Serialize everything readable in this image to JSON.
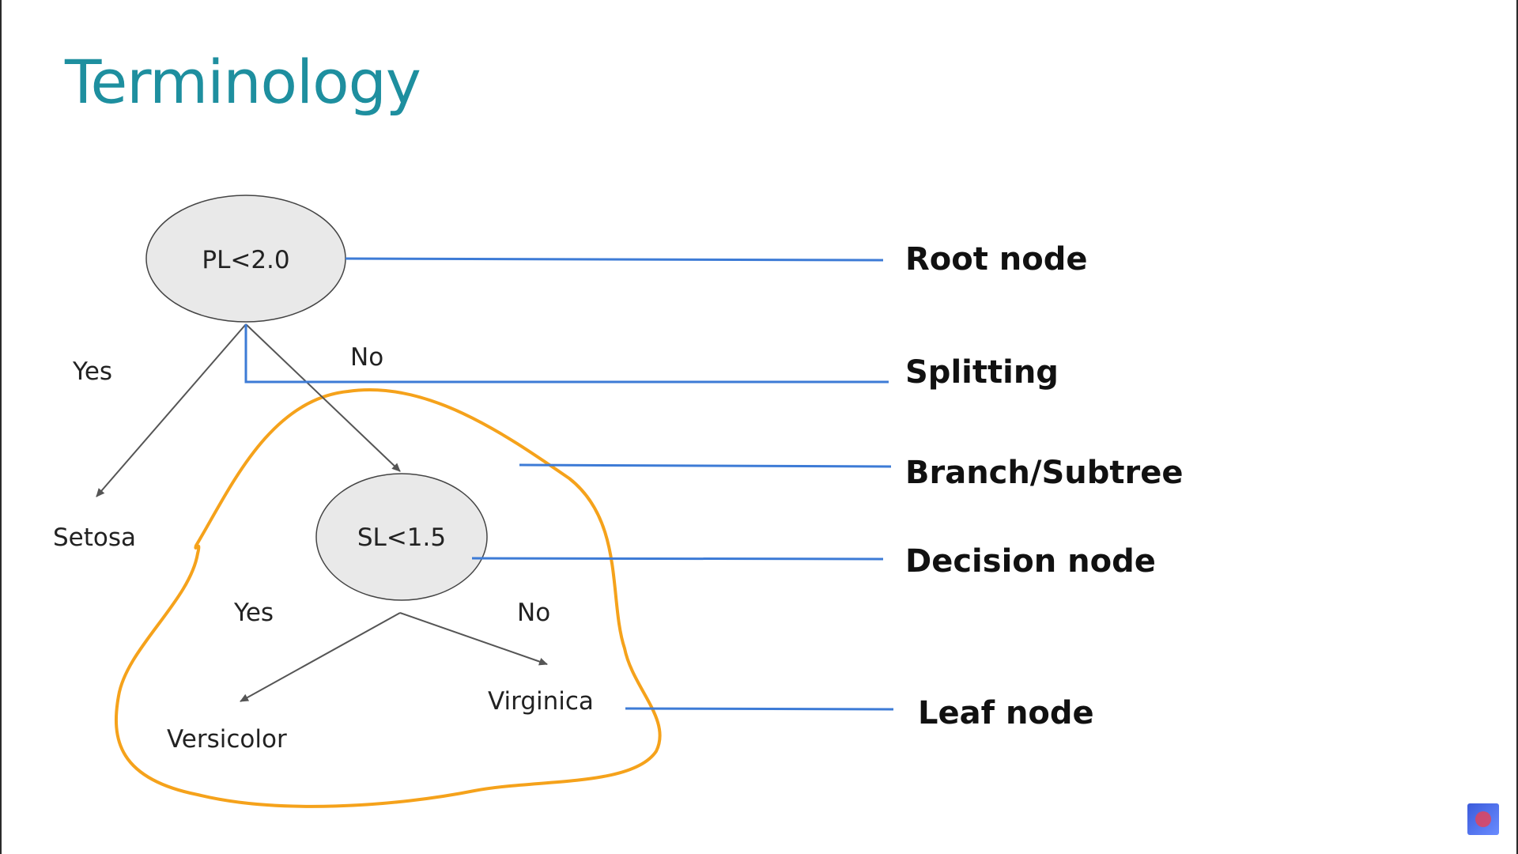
{
  "slide": {
    "title": "Terminology"
  },
  "tree": {
    "root_node": "PL<2.0",
    "root_yes_label": "Yes",
    "root_no_label": "No",
    "leaf_setosa": "Setosa",
    "decision_node": "SL<1.5",
    "decision_yes_label": "Yes",
    "decision_no_label": "No",
    "leaf_versicolor": "Versicolor",
    "leaf_virginica": "Virginica"
  },
  "terms": {
    "root_node": "Root node",
    "splitting": "Splitting",
    "branch_subtree": "Branch/Subtree",
    "decision_node": "Decision node",
    "leaf_node": "Leaf node"
  },
  "colors": {
    "title": "#1e8f9f",
    "connector": "#3d7bd6",
    "subtree_outline": "#f5a21b",
    "node_fill": "#e9e9e9",
    "arrow": "#555555"
  }
}
